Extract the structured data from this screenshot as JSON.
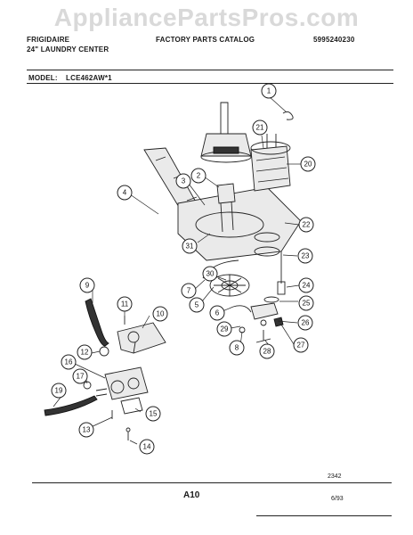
{
  "watermark": "AppliancePartsPros.com",
  "header": {
    "brand": "FRIGIDAIRE",
    "product": "24\" LAUNDRY CENTER",
    "catalog": "FACTORY PARTS CATALOG",
    "catalog_number": "5995240230",
    "model_label": "MODEL:",
    "model_value": "LCE462AW*1"
  },
  "footer": {
    "diagram_number": "2342",
    "page_id": "A10",
    "date": "6/93"
  },
  "callouts": [
    "1",
    "2",
    "3",
    "4",
    "5",
    "6",
    "7",
    "8",
    "9",
    "10",
    "11",
    "12",
    "13",
    "14",
    "15",
    "16",
    "17",
    "19",
    "20",
    "21",
    "22",
    "23",
    "24",
    "25",
    "26",
    "27",
    "28",
    "29",
    "30",
    "31"
  ]
}
